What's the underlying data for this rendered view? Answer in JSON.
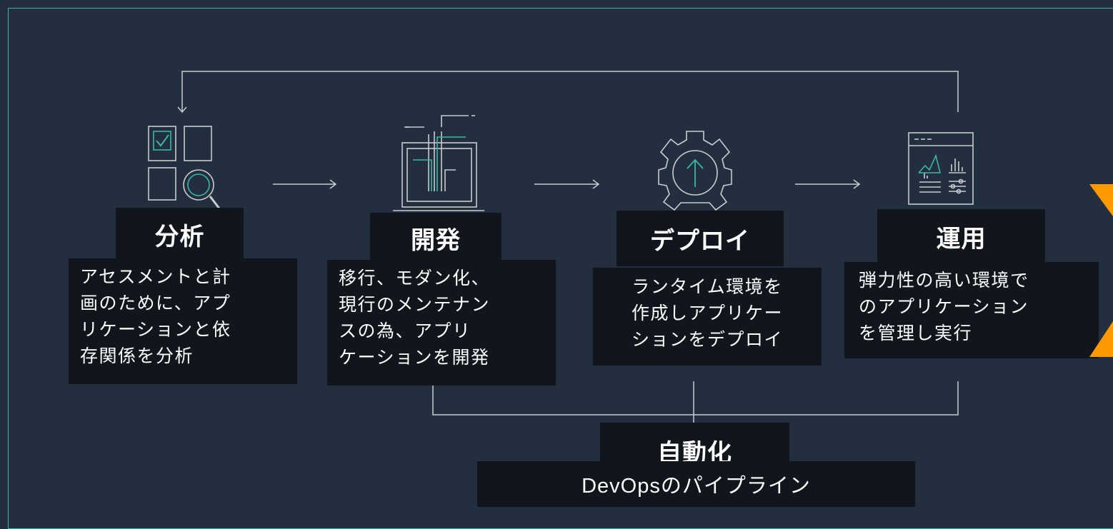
{
  "steps": [
    {
      "title": "分析",
      "description": "アセスメントと計\n画のために、アプ\nリケーションと依\n存関係を分析",
      "icon": "assessment-checklist-magnifier-icon"
    },
    {
      "title": "開発",
      "description": "移行、モダン化、\n現行のメンテナン\nスの為、アプリ\nケーションを開発",
      "icon": "laptop-code-icon"
    },
    {
      "title": "デプロイ",
      "description": "ランタイム環境を\n作成しアプリケー\nションをデプロイ",
      "icon": "gear-upload-icon"
    },
    {
      "title": "運用",
      "description": "弾力性の高い環境で\nのアプリケーション\nを管理し実行",
      "icon": "monitoring-dashboard-icon"
    }
  ],
  "automation": {
    "title": "自動化",
    "subtitle": "DevOpsのパイプライン"
  },
  "colors": {
    "background": "#232f3e",
    "box": "#11151c",
    "text": "#ffffff",
    "accent": "#3ab7a2",
    "orange": "#ff9900",
    "line": "#c9ccd0"
  }
}
